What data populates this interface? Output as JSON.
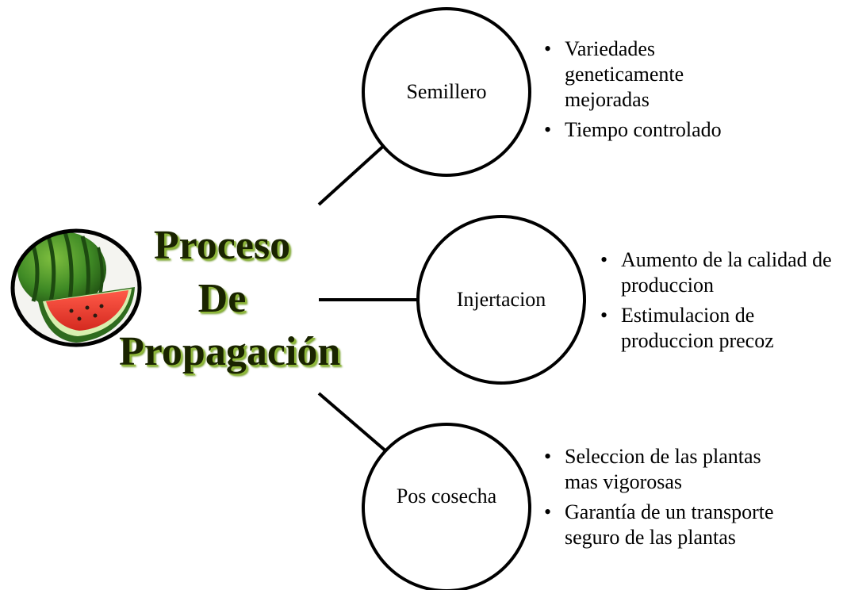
{
  "title_lines": [
    "Proceso",
    "De",
    "Propagación"
  ],
  "nodes": [
    {
      "label": "Semillero",
      "bullets": [
        "Variedades geneticamente mejoradas",
        "Tiempo controlado"
      ]
    },
    {
      "label": "Injertacion",
      "bullets": [
        "Aumento de la calidad de produccion",
        "Estimulacion de produccion precoz"
      ]
    },
    {
      "label": "Pos cosecha",
      "bullets": [
        "Seleccion de las plantas mas vigorosas",
        "Garantía de un transporte seguro de las plantas"
      ]
    }
  ],
  "colors": {
    "title_text": "#1a2400",
    "title_glow": "#8fb83a",
    "watermelon_rind": "#2f6b1e",
    "watermelon_flesh": "#e23a2e"
  },
  "image": "watermelon-photo"
}
